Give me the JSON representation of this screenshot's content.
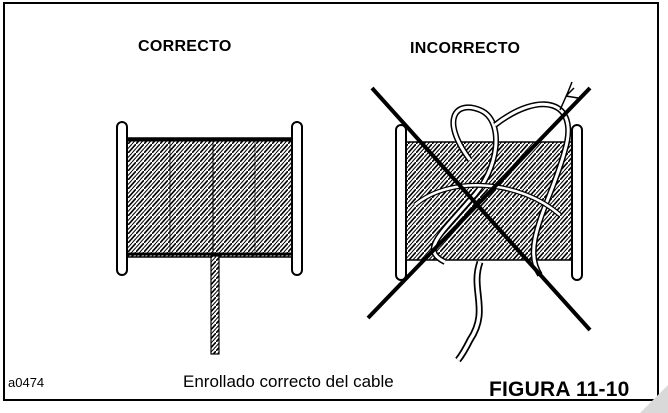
{
  "figure": {
    "correct_label": "CORRECTO",
    "incorrect_label": "INCORRECTO",
    "image_code": "a0474",
    "caption": "Enrollado correcto del cable",
    "figure_number": "FIGURA 11-10"
  },
  "colors": {
    "ink": "#000000",
    "paper": "#ffffff",
    "corner_shadow": "#bdbdbd"
  }
}
